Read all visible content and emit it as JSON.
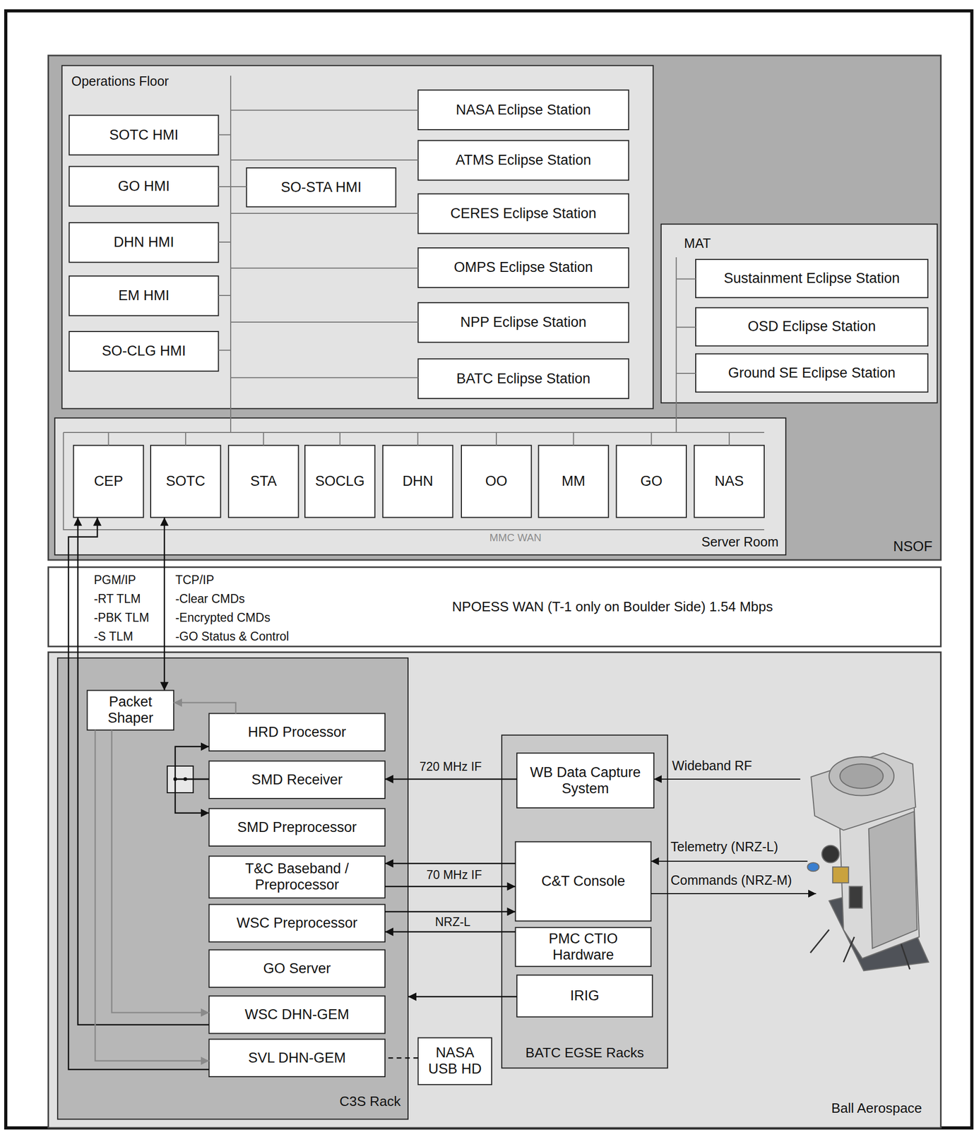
{
  "diagram": {
    "nodes": [
      {
        "text": [
          "NSOF"
        ]
      },
      {
        "text": [
          "Operations Floor"
        ],
        "in": 0
      },
      {
        "text": [
          "SOTC HMI"
        ],
        "in": 1
      },
      {
        "text": [
          "GO HMI"
        ],
        "in": 1
      },
      {
        "text": [
          "DHN HMI"
        ],
        "in": 1
      },
      {
        "text": [
          "EM HMI"
        ],
        "in": 1
      },
      {
        "text": [
          "SO-CLG HMI"
        ],
        "in": 1
      },
      {
        "text": [
          "SO-STA HMI"
        ],
        "in": 1
      },
      {
        "text": [
          "NASA Eclipse Station"
        ],
        "in": 1
      },
      {
        "text": [
          "ATMS Eclipse Station"
        ],
        "in": 1
      },
      {
        "text": [
          "CERES Eclipse Station"
        ],
        "in": 1
      },
      {
        "text": [
          "OMPS Eclipse Station"
        ],
        "in": 1
      },
      {
        "text": [
          "NPP Eclipse Station"
        ],
        "in": 1
      },
      {
        "text": [
          "BATC Eclipse Station"
        ],
        "in": 1
      },
      {
        "text": [
          "MAT"
        ],
        "in": 0
      },
      {
        "text": [
          "Sustainment Eclipse Station"
        ],
        "in": 14
      },
      {
        "text": [
          "OSD Eclipse Station"
        ],
        "in": 14
      },
      {
        "text": [
          "Ground SE Eclipse Station"
        ],
        "in": 14
      },
      {
        "text": [
          "Server Room"
        ],
        "in": 0
      },
      {
        "text": [
          "CEP"
        ],
        "in": 18
      },
      {
        "text": [
          "SOTC"
        ],
        "in": 18
      },
      {
        "text": [
          "STA"
        ],
        "in": 18
      },
      {
        "text": [
          "SOCLG"
        ],
        "in": 18
      },
      {
        "text": [
          "DHN"
        ],
        "in": 18
      },
      {
        "text": [
          "OO"
        ],
        "in": 18
      },
      {
        "text": [
          "MM"
        ],
        "in": 18
      },
      {
        "text": [
          "GO"
        ],
        "in": 18
      },
      {
        "text": [
          "NAS"
        ],
        "in": 18
      },
      {
        "text": [
          "NPOESS WAN (T-1 only on Boulder Side) 1.54 Mbps"
        ]
      },
      {
        "text": [
          "Ball Aerospace"
        ]
      },
      {
        "text": [
          "C3S Rack"
        ],
        "in": 29
      },
      {
        "text": [
          "Packet Shaper"
        ],
        "in": 30
      },
      {
        "text": [
          "HRD Processor"
        ],
        "in": 30
      },
      {
        "text": [
          "SMD Receiver"
        ],
        "in": 30
      },
      {
        "text": [
          "SMD Preprocessor"
        ],
        "in": 30
      },
      {
        "text": [
          "T&C Baseband / Preprocessor"
        ],
        "in": 30
      },
      {
        "text": [
          "WSC Preprocessor"
        ],
        "in": 30
      },
      {
        "text": [
          "GO Server"
        ],
        "in": 30
      },
      {
        "text": [
          "WSC DHN-GEM"
        ],
        "in": 30
      },
      {
        "text": [
          "SVL DHN-GEM"
        ],
        "in": 30
      },
      {
        "text": [
          "NASA USB HD"
        ],
        "in": 29
      },
      {
        "text": [
          "BATC EGSE Racks"
        ],
        "in": 29
      },
      {
        "text": [
          "WB Data Capture System"
        ],
        "in": 41
      },
      {
        "text": [
          "C&T Console"
        ],
        "in": 41
      },
      {
        "text": [
          "PMC CTIO Hardware"
        ],
        "in": 41
      },
      {
        "text": [
          "IRIG"
        ],
        "in": 41
      }
    ],
    "edges": [
      {
        "from": 38,
        "to": 19,
        "arrow": "to"
      },
      {
        "from": 39,
        "to": 19,
        "arrow": "to"
      },
      {
        "from": 31,
        "to": 20,
        "arrow": "both"
      },
      {
        "from": 32,
        "to": 31,
        "arrow": "to"
      },
      {
        "from": 31,
        "to": 38,
        "arrow": "to"
      },
      {
        "from": 31,
        "to": 39,
        "arrow": "to"
      },
      {
        "from": 33,
        "to": 32,
        "arrow": "to"
      },
      {
        "from": 33,
        "to": 34,
        "arrow": "to"
      },
      {
        "from": 42,
        "to": 33,
        "label": "720 MHz IF",
        "arrow": "to"
      },
      {
        "from": 43,
        "to": 35,
        "label": "70 MHz IF",
        "arrow": "to"
      },
      {
        "from": 35,
        "to": 43,
        "arrow": "to"
      },
      {
        "from": 36,
        "to": 43,
        "arrow": "to"
      },
      {
        "from": 44,
        "to": 36,
        "label": "NRZ-L",
        "arrow": "to"
      },
      {
        "from": 45,
        "to": 30,
        "arrow": "to"
      },
      {
        "from": 40,
        "to": 39,
        "arrow": "none"
      }
    ],
    "labels": [
      "MMC WAN",
      "PGM/IP",
      "-RT TLM",
      "-PBK TLM",
      "-S TLM",
      "TCP/IP",
      "-Clear CMDs",
      "-Encrypted CMDs",
      "-GO Status & Control",
      "Wideband RF",
      "Telemetry (NRZ-L)",
      "Commands (NRZ-M)"
    ]
  }
}
